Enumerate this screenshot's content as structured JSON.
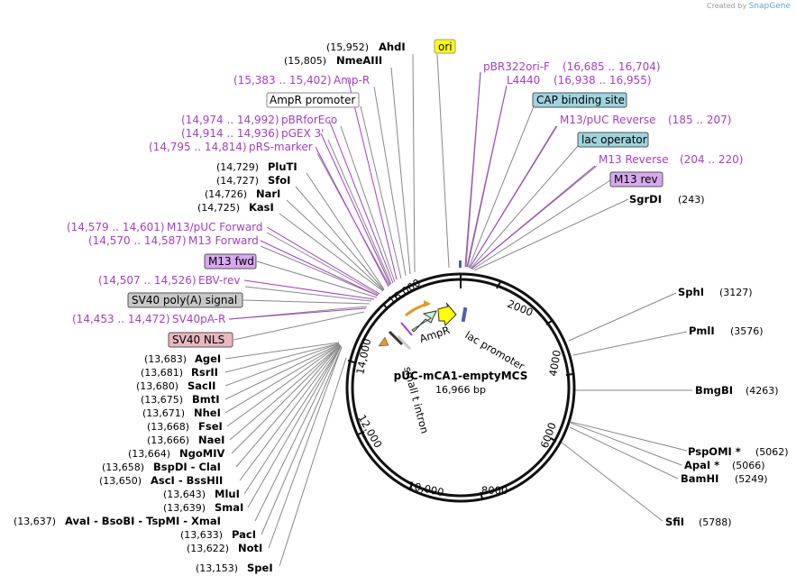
{
  "credit": {
    "prefix": "Created by",
    "brand": "SnapGene"
  },
  "plasmid": {
    "name": "pUC-mCA1-emptyMCS",
    "size": "16,966 bp"
  },
  "ticks": [
    "2000",
    "4000",
    "6000",
    "8000",
    "10,000",
    "12,000",
    "14,000",
    "16,000"
  ],
  "features_on_map": [
    "AmpR",
    "lac promoter",
    "small t intron"
  ],
  "top_labels": [
    {
      "pos": "(15,952)",
      "name": "AhdI"
    },
    {
      "pos": "(15,805)",
      "name": "NmeAIII"
    }
  ],
  "ori_box": "ori",
  "left_primers_top": [
    {
      "pos": "(15,383 .. 15,402)",
      "name": "Amp-R"
    }
  ],
  "ampr_promoter_box": "AmpR promoter",
  "left_primers_mid": [
    {
      "pos": "(14,974 .. 14,992)",
      "name": "pBRforEco"
    },
    {
      "pos": "(14,914 .. 14,936)",
      "name": "pGEX 3'"
    },
    {
      "pos": "(14,795 .. 14,814)",
      "name": "pRS-marker"
    }
  ],
  "left_enzymes_upper": [
    {
      "pos": "(14,729)",
      "name": "PluTI"
    },
    {
      "pos": "(14,727)",
      "name": "SfoI"
    },
    {
      "pos": "(14,726)",
      "name": "NarI"
    },
    {
      "pos": "(14,725)",
      "name": "KasI"
    }
  ],
  "left_primers_low": [
    {
      "pos": "(14,579 .. 14,601)",
      "name": "M13/pUC Forward"
    },
    {
      "pos": "(14,570 .. 14,587)",
      "name": "M13 Forward"
    }
  ],
  "m13fwd_box": "M13 fwd",
  "ebv_primer": {
    "pos": "(14,507 .. 14,526)",
    "name": "EBV-rev"
  },
  "sv40polya_box": "SV40 poly(A) signal",
  "sv40pa_primer": {
    "pos": "(14,453 .. 14,472)",
    "name": "SV40pA-R"
  },
  "sv40nls_box": "SV40 NLS",
  "left_enzymes_lower": [
    {
      "pos": "(13,683)",
      "name": "AgeI"
    },
    {
      "pos": "(13,681)",
      "name": "RsrII"
    },
    {
      "pos": "(13,680)",
      "name": "SacII"
    },
    {
      "pos": "(13,675)",
      "name": "BmtI"
    },
    {
      "pos": "(13,671)",
      "name": "NheI"
    },
    {
      "pos": "(13,668)",
      "name": "FseI"
    },
    {
      "pos": "(13,666)",
      "name": "NaeI"
    },
    {
      "pos": "(13,664)",
      "name": "NgoMIV"
    },
    {
      "pos": "(13,658)",
      "name": "BspDI - ClaI"
    },
    {
      "pos": "(13,650)",
      "name": "AscI - BssHII"
    },
    {
      "pos": "(13,643)",
      "name": "MluI"
    },
    {
      "pos": "(13,639)",
      "name": "SmaI"
    },
    {
      "pos": "(13,637)",
      "name": "AvaI - BsoBI - TspMI - XmaI"
    },
    {
      "pos": "(13,633)",
      "name": "PacI"
    },
    {
      "pos": "(13,622)",
      "name": "NotI"
    },
    {
      "pos": "(13,153)",
      "name": "SpeI"
    }
  ],
  "right_primers_top": [
    {
      "name": "pBR322ori-F",
      "pos": "(16,685 .. 16,704)"
    },
    {
      "name": "L4440",
      "pos": "(16,938 .. 16,955)"
    }
  ],
  "cap_box": "CAP binding site",
  "right_primers_mid": [
    {
      "name": "M13/pUC Reverse",
      "pos": "(185 .. 207)"
    }
  ],
  "lacop_box": "lac operator",
  "m13rev_primer": {
    "name": "M13 Reverse",
    "pos": "(204 .. 220)"
  },
  "m13rev_box": "M13 rev",
  "right_enzymes": [
    {
      "name": "SgrDI",
      "pos": "(243)"
    },
    {
      "name": "SphI",
      "pos": "(3127)"
    },
    {
      "name": "PmlI",
      "pos": "(3576)"
    },
    {
      "name": "BmgBI",
      "pos": "(4263)"
    },
    {
      "name": "PspOMI *",
      "pos": "(5062)"
    },
    {
      "name": "ApaI *",
      "pos": "(5066)"
    },
    {
      "name": "BamHI",
      "pos": "(5249)"
    },
    {
      "name": "SfiI",
      "pos": "(5788)"
    }
  ],
  "colors": {
    "primer": "#a43fc3",
    "ori": "#ffff00",
    "cap": "#9fd3df",
    "m13": "#d8a8ee",
    "sv40": "#c8c8c8",
    "nls": "#e8b7c0",
    "ampr": "#ccf5cc",
    "promoter": "#ffff00"
  }
}
